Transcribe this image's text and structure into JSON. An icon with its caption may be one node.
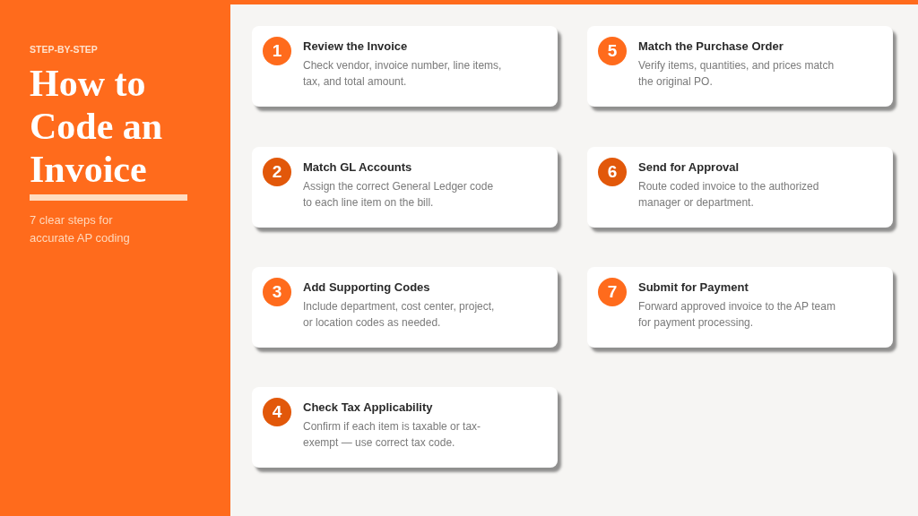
{
  "diagram": {
    "title": "How to Code an Invoice",
    "nodes": [
      {
        "text": [
          "Review the Invoice",
          "Check vendor, invoice number, line items, tax, and total amount."
        ]
      },
      {
        "text": [
          "1"
        ],
        "in": 0
      },
      {
        "text": [
          "Match GL Accounts",
          "Assign the correct General Ledger code to each line item on the bill."
        ]
      },
      {
        "text": [
          "2"
        ],
        "in": 2
      },
      {
        "text": [
          "Add Supporting Codes",
          "Include department, cost center, project, or location codes as needed."
        ]
      },
      {
        "text": [
          "3"
        ],
        "in": 4
      },
      {
        "text": [
          "Check Tax Applicability",
          "Confirm if each item is taxable or tax-exempt — use correct tax code."
        ]
      },
      {
        "text": [
          "4"
        ],
        "in": 6
      },
      {
        "text": [
          "Match the Purchase Order",
          "Verify items, quantities, and prices match the original PO."
        ]
      },
      {
        "text": [
          "5"
        ],
        "in": 8
      },
      {
        "text": [
          "Send for Approval",
          "Route coded invoice to the authorized manager or department."
        ]
      },
      {
        "text": [
          "6"
        ],
        "in": 10
      },
      {
        "text": [
          "Submit for Payment",
          "Forward approved invoice to the AP team for payment processing."
        ]
      },
      {
        "text": [
          "7"
        ],
        "in": 12
      }
    ],
    "labels": [
      "STEP-BY-STEP",
      "7 clear steps for accurate AP coding"
    ]
  }
}
